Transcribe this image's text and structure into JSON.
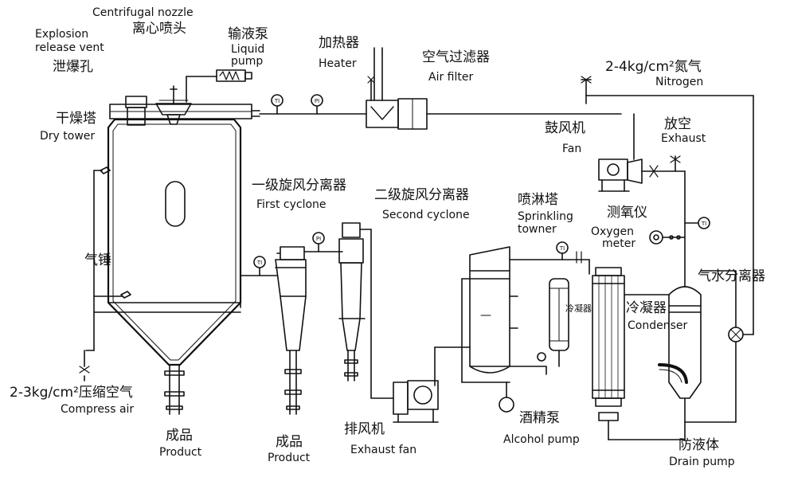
{
  "labels": {
    "centrifugal_nozzle_en": "Centrifugal nozzle",
    "centrifugal_nozzle_zh": "离心喷头",
    "explosion_vent_en_1": "Explosion",
    "explosion_vent_en_2": "release vent",
    "explosion_vent_zh": "泄爆孔",
    "liquid_pump_zh": "输液泵",
    "liquid_pump_en_1": "Liquid",
    "liquid_pump_en_2": "pump",
    "heater_zh": "加热器",
    "heater_en": "Heater",
    "air_filter_zh": "空气过滤器",
    "air_filter_en": "Air filter",
    "nitrogen_zh": "2-4kg/cm²氮气",
    "nitrogen_en": "Nitrogen",
    "dry_tower_zh": "干燥塔",
    "dry_tower_en": "Dry tower",
    "fan_zh": "鼓风机",
    "fan_en": "Fan",
    "exhaust_zh": "放空",
    "exhaust_en": "Exhaust",
    "first_cyclone_zh": "一级旋风分离器",
    "first_cyclone_en": "First cyclone",
    "second_cyclone_zh": "二级旋风分离器",
    "second_cyclone_en": "Second cyclone",
    "sprinkling_zh": "喷淋塔",
    "sprinkling_en_1": "Sprinkling",
    "sprinkling_en_2": "towner",
    "oxygen_zh": "测氧仪",
    "oxygen_en_1": "Oxygen",
    "oxygen_en_2": "meter",
    "air_hammer_zh": "气锤",
    "gas_water_zh": "气水分离器",
    "condenser_small_zh": "冷凝器",
    "condenser_zh": "冷凝器",
    "condenser_en": "Condenser",
    "compress_air_zh": "2-3kg/cm²压缩空气",
    "compress_air_en": "Compress air",
    "product1_zh": "成品",
    "product1_en": "Product",
    "product2_zh": "成品",
    "product2_en": "Product",
    "exhaust_fan_zh": "排风机",
    "exhaust_fan_en": "Exhaust fan",
    "alcohol_pump_zh": "酒精泵",
    "alcohol_pump_en": "Alcohol pump",
    "drain_pump_zh": "防液体",
    "drain_pump_en": "Drain pump"
  },
  "instruments": {
    "ti": "TI",
    "pi": "PI"
  }
}
